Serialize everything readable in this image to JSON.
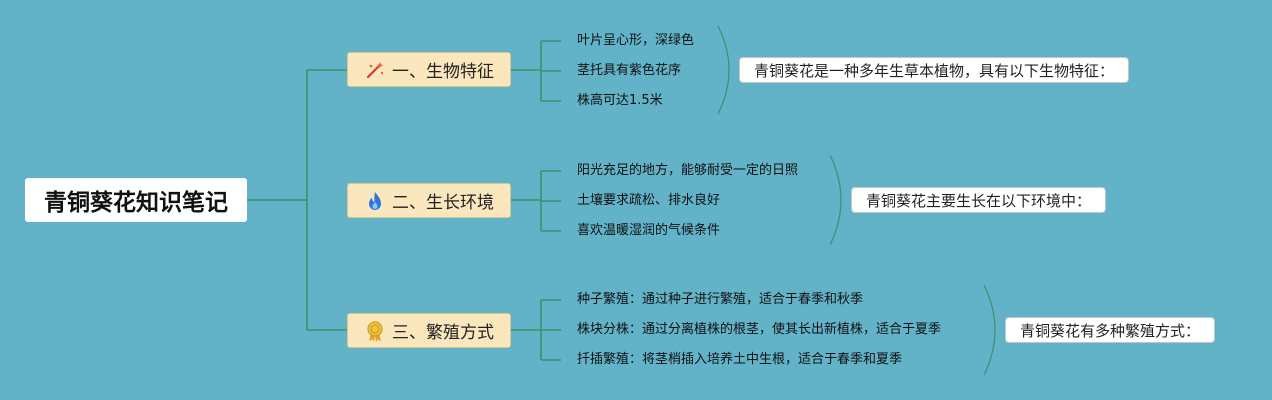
{
  "root": {
    "title": "青铜葵花知识笔记"
  },
  "branches": [
    {
      "label": "一、生物特征",
      "icon": "magic-wand-icon",
      "items": [
        "叶片呈心形，深绿色",
        "茎托具有紫色花序",
        "株高可达1.5米"
      ],
      "summary": "青铜葵花是一种多年生草本植物，具有以下生物特征："
    },
    {
      "label": "二、生长环境",
      "icon": "flame-icon",
      "items": [
        "阳光充足的地方，能够耐受一定的日照",
        "土壤要求疏松、排水良好",
        "喜欢温暖湿润的气候条件"
      ],
      "summary": "青铜葵花主要生长在以下环境中："
    },
    {
      "label": "三、繁殖方式",
      "icon": "medal-icon",
      "items": [
        "种子繁殖：通过种子进行繁殖，适合于春季和秋季",
        "株块分株：通过分离植株的根茎，使其长出新植株，适合于夏季",
        "扦插繁殖：将茎梢插入培养土中生根，适合于春季和夏季"
      ],
      "summary": "青铜葵花有多种繁殖方式："
    }
  ],
  "colors": {
    "background": "#62b2c8",
    "connector": "#3f8f6d",
    "branch_fill": "#fbe7bd",
    "root_fill": "#ffffff"
  }
}
